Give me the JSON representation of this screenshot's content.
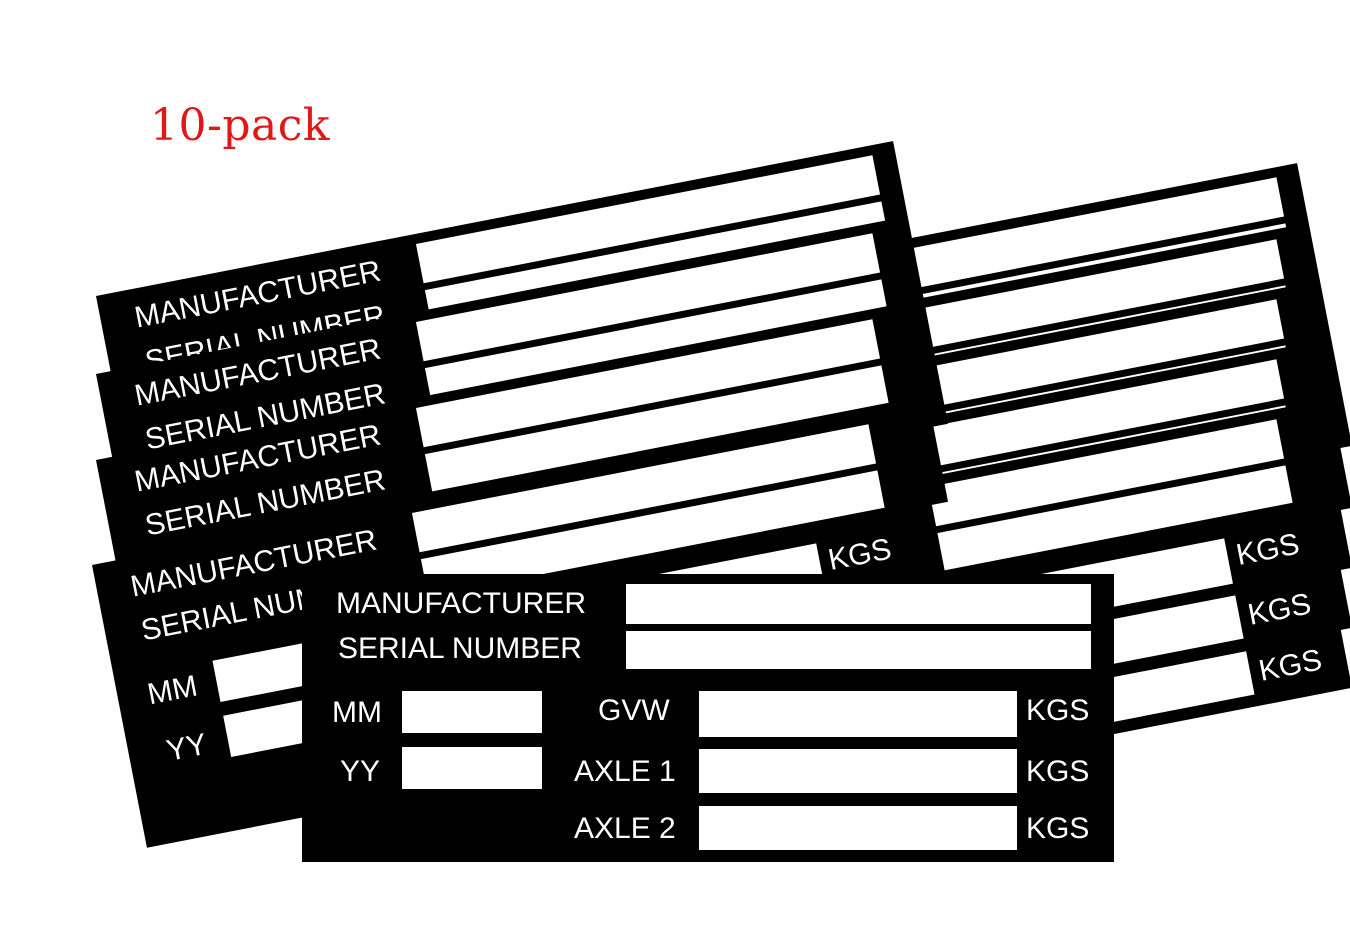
{
  "pack_label": "10-pack",
  "plate": {
    "manufacturer": "MANUFACTURER",
    "serial_number": "SERIAL NUMBER",
    "mm": "MM",
    "yy": "YY",
    "gvw": "GVW",
    "axle1": "AXLE 1",
    "axle2": "AXLE 2",
    "unit": "KGS"
  },
  "colors": {
    "plate": "#000000",
    "field": "#ffffff",
    "pack_label": "#e01818"
  }
}
